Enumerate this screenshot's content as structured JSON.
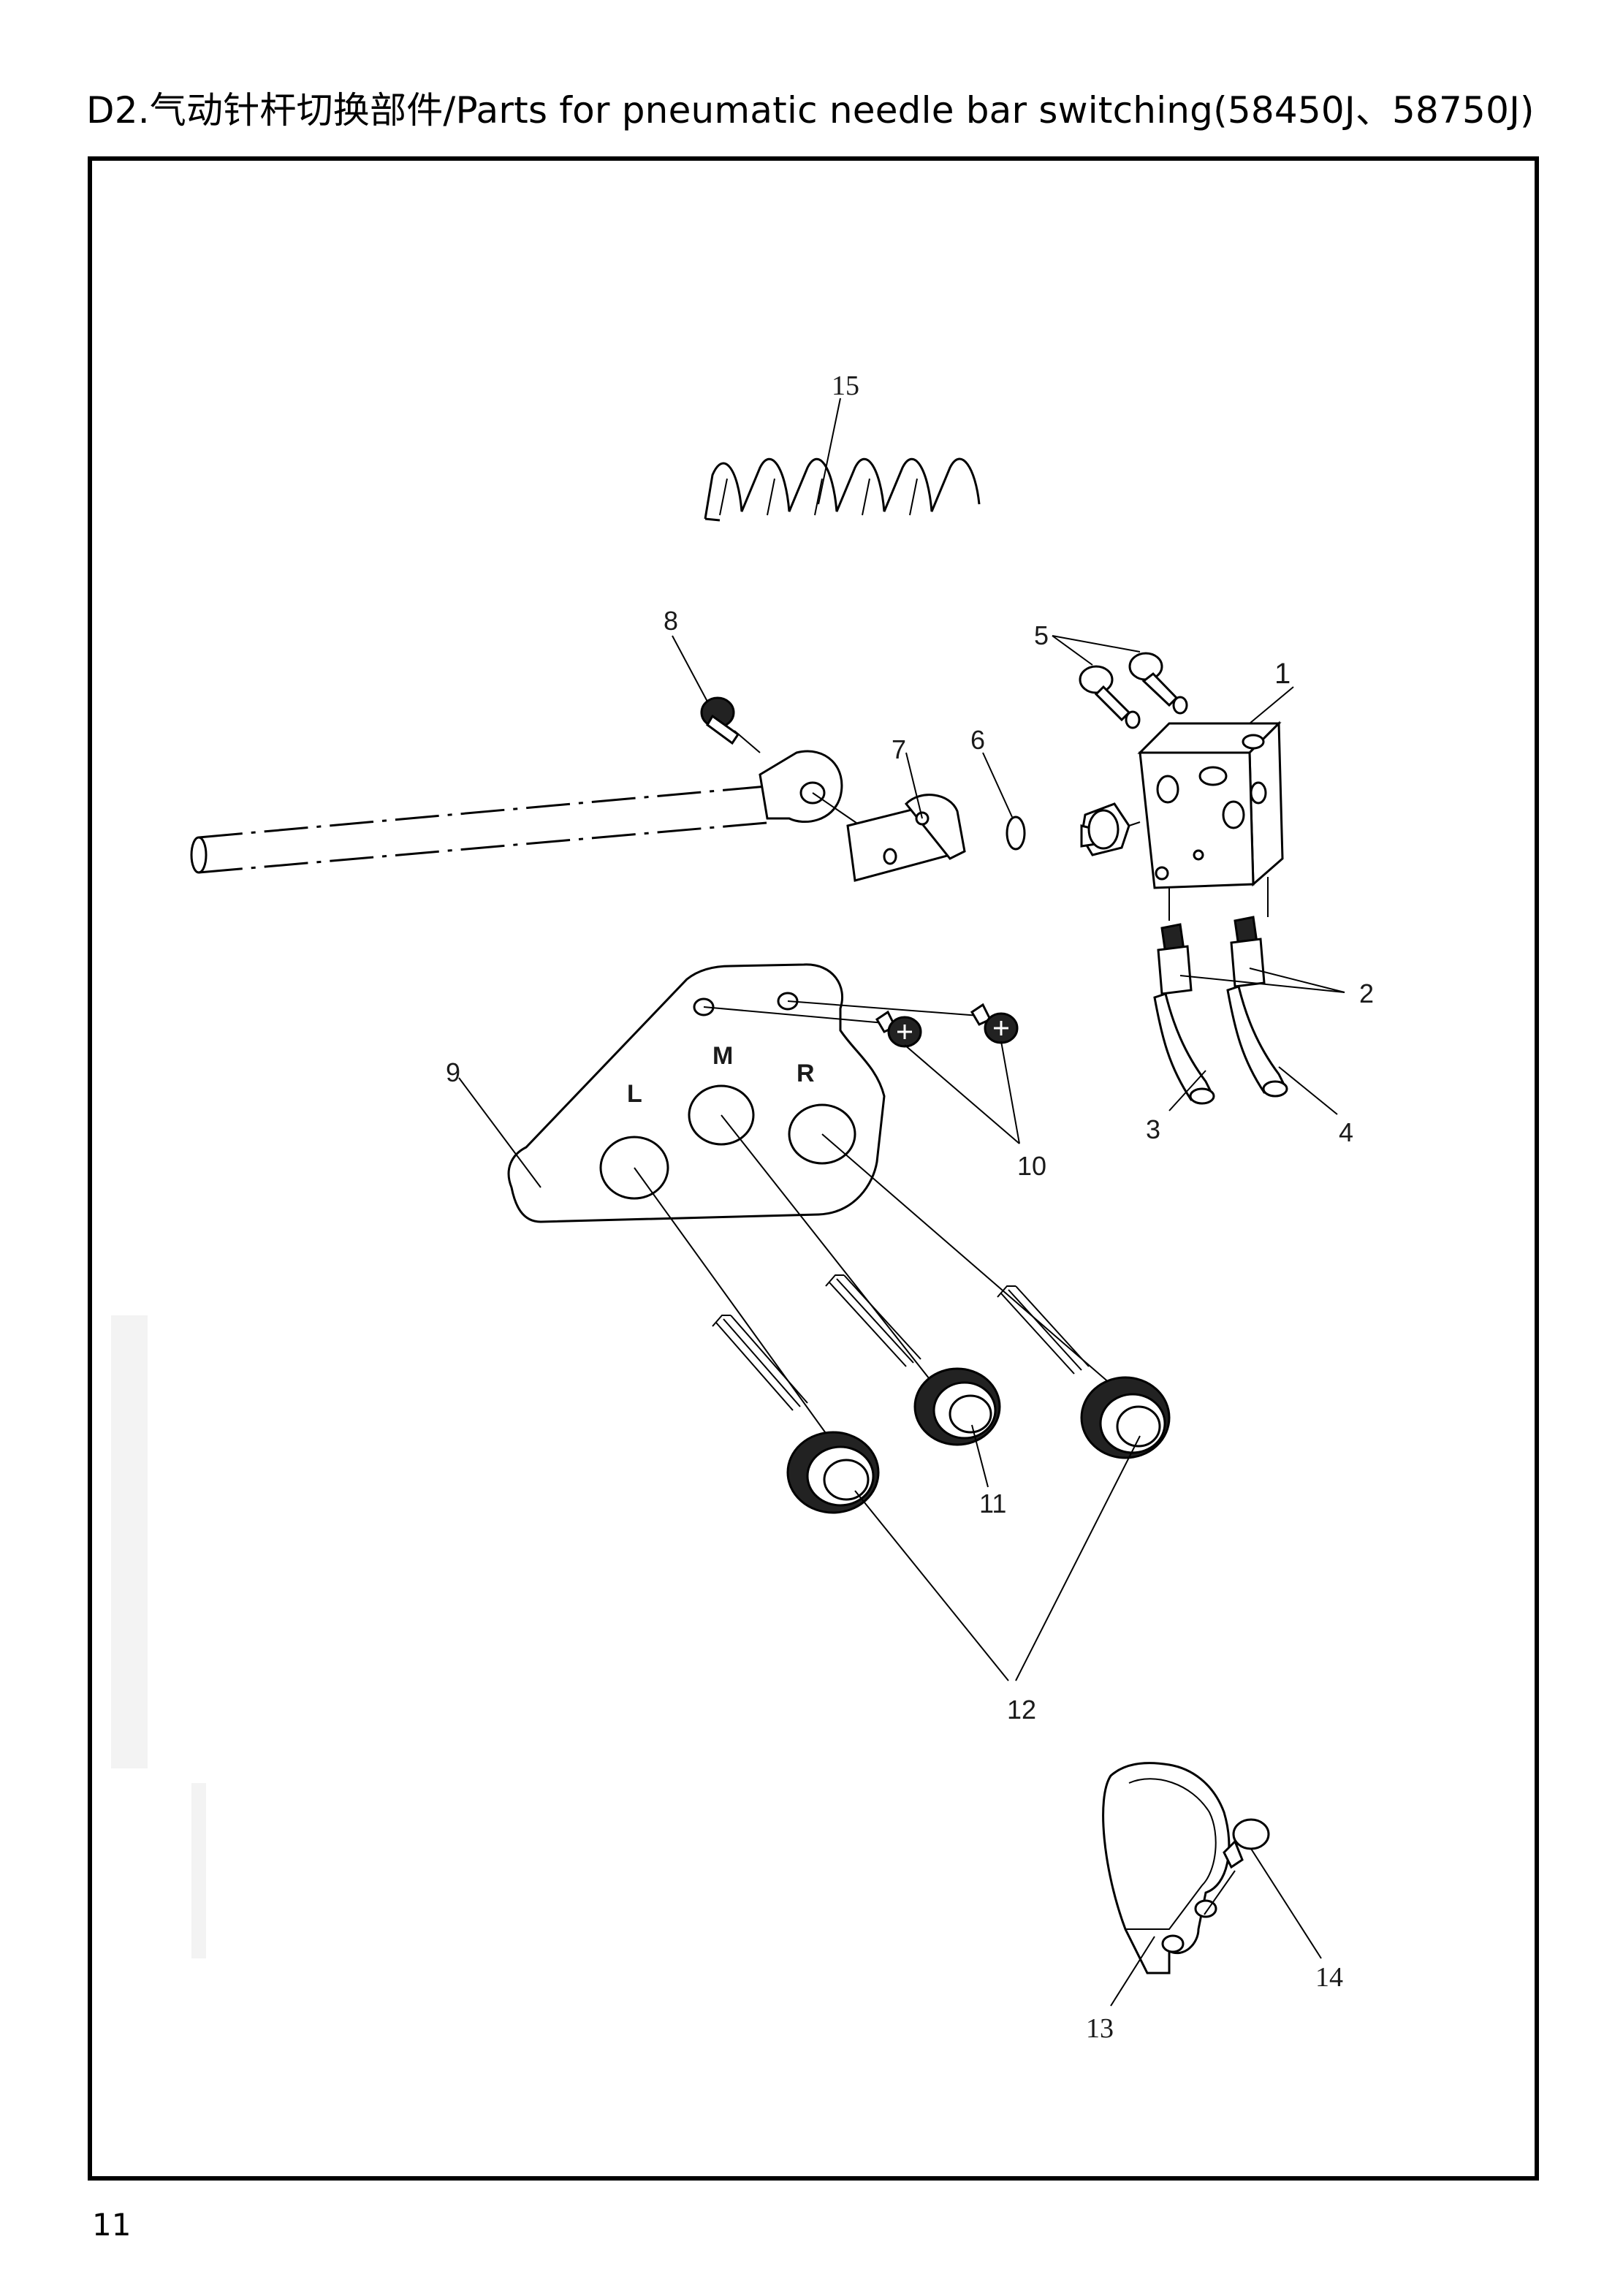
{
  "header": {
    "title": "D2.气动针杆切换部件/Parts for pneumatic needle bar switching(58450J、58750J)"
  },
  "diagram": {
    "callouts": [
      "1",
      "2",
      "3",
      "4",
      "5",
      "6",
      "7",
      "8",
      "9",
      "10",
      "11",
      "12",
      "13",
      "14",
      "15"
    ],
    "plate_markings": [
      "L",
      "M",
      "R"
    ]
  },
  "footer": {
    "page_number": "11"
  }
}
